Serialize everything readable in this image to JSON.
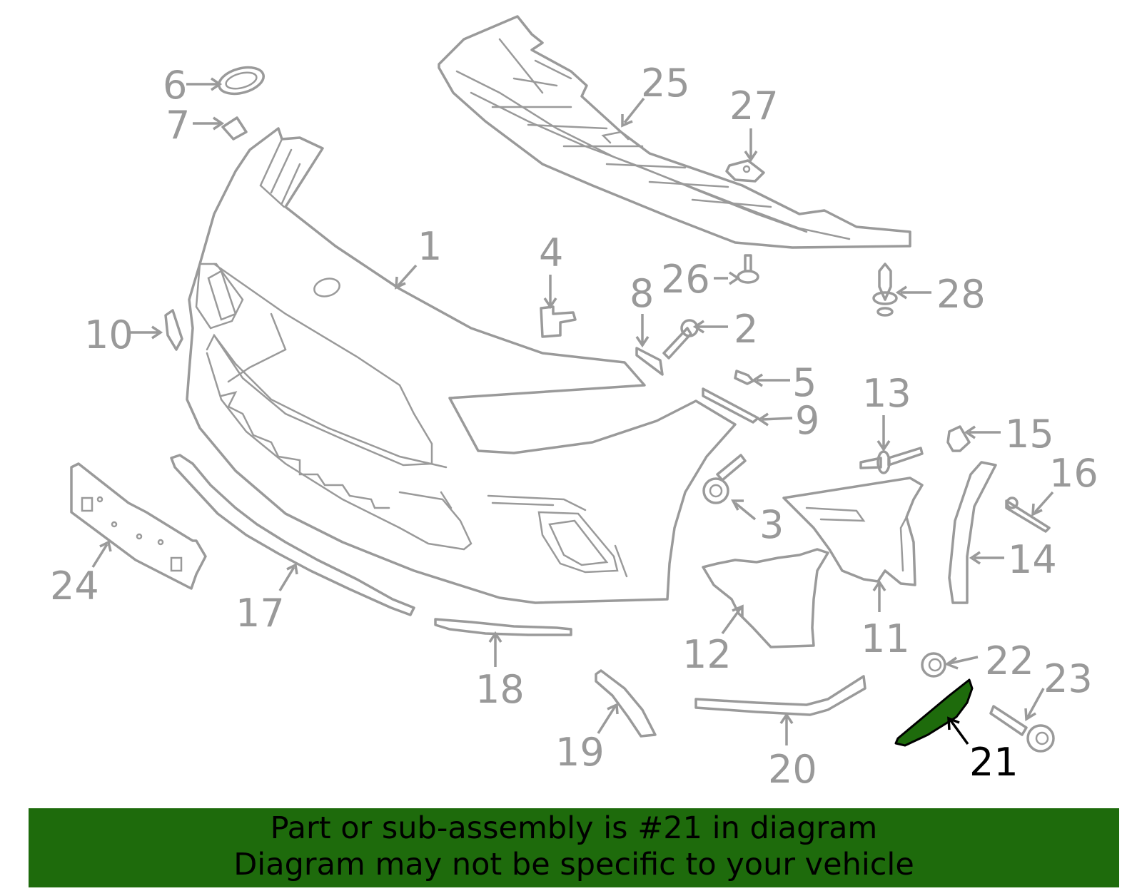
{
  "diagram": {
    "callouts": [
      {
        "id": "1",
        "label": "1"
      },
      {
        "id": "2",
        "label": "2"
      },
      {
        "id": "3",
        "label": "3"
      },
      {
        "id": "4",
        "label": "4"
      },
      {
        "id": "5",
        "label": "5"
      },
      {
        "id": "6",
        "label": "6"
      },
      {
        "id": "7",
        "label": "7"
      },
      {
        "id": "8",
        "label": "8"
      },
      {
        "id": "9",
        "label": "9"
      },
      {
        "id": "10",
        "label": "10"
      },
      {
        "id": "11",
        "label": "11"
      },
      {
        "id": "12",
        "label": "12"
      },
      {
        "id": "13",
        "label": "13"
      },
      {
        "id": "14",
        "label": "14"
      },
      {
        "id": "15",
        "label": "15"
      },
      {
        "id": "16",
        "label": "16"
      },
      {
        "id": "17",
        "label": "17"
      },
      {
        "id": "18",
        "label": "18"
      },
      {
        "id": "19",
        "label": "19"
      },
      {
        "id": "20",
        "label": "20"
      },
      {
        "id": "21",
        "label": "21"
      },
      {
        "id": "22",
        "label": "22"
      },
      {
        "id": "23",
        "label": "23"
      },
      {
        "id": "24",
        "label": "24"
      },
      {
        "id": "25",
        "label": "25"
      },
      {
        "id": "26",
        "label": "26"
      },
      {
        "id": "27",
        "label": "27"
      },
      {
        "id": "28",
        "label": "28"
      }
    ],
    "highlighted_part": "21",
    "highlight_color": "#1e6b0c",
    "line_color": "#9a9a9a"
  },
  "banner": {
    "line1": "Part or sub-assembly is #21 in diagram",
    "line2": "Diagram may not be specific to your vehicle",
    "background": "#1e6b0c"
  }
}
